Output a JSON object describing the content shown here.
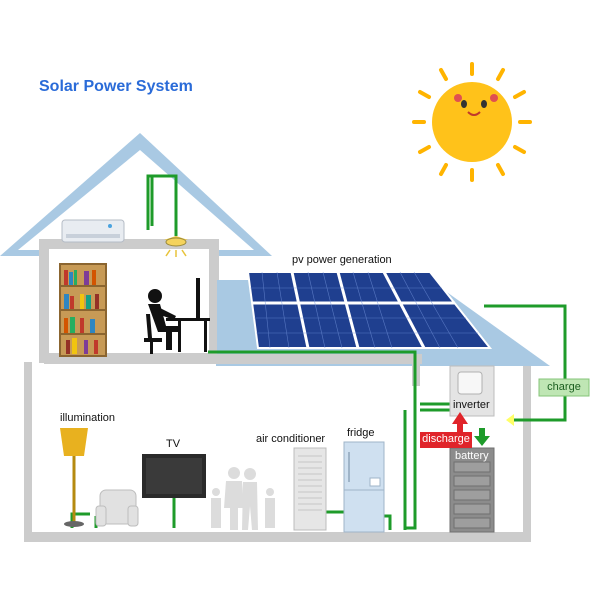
{
  "title": "Solar Power System",
  "labels": {
    "pv": "pv power generation",
    "charge": "charge",
    "inverter": "inverter",
    "discharge": "discharge",
    "battery": "battery",
    "illumination": "illumination",
    "tv": "TV",
    "air_conditioner": "air conditioner",
    "fridge": "fridge"
  },
  "colors": {
    "title": "#2a6bd8",
    "roof": "#a9c9e3",
    "wire": "#1e9b2a",
    "panel": "#1f3f8f",
    "sun": "#ffc21a",
    "charge_box": "#bfe6b4",
    "discharge_box": "#e0242a"
  },
  "icons": [
    "sun-icon",
    "solar-panel-icon",
    "air-conditioner-wall-icon",
    "ceiling-lamp-icon",
    "bookshelf-icon",
    "person-at-desk-icon",
    "floor-lamp-icon",
    "armchair-icon",
    "tv-icon",
    "family-icon",
    "air-conditioner-tower-icon",
    "fridge-icon",
    "inverter-icon",
    "battery-icon",
    "arrow-left-icon",
    "arrow-up-icon",
    "arrow-down-icon"
  ]
}
